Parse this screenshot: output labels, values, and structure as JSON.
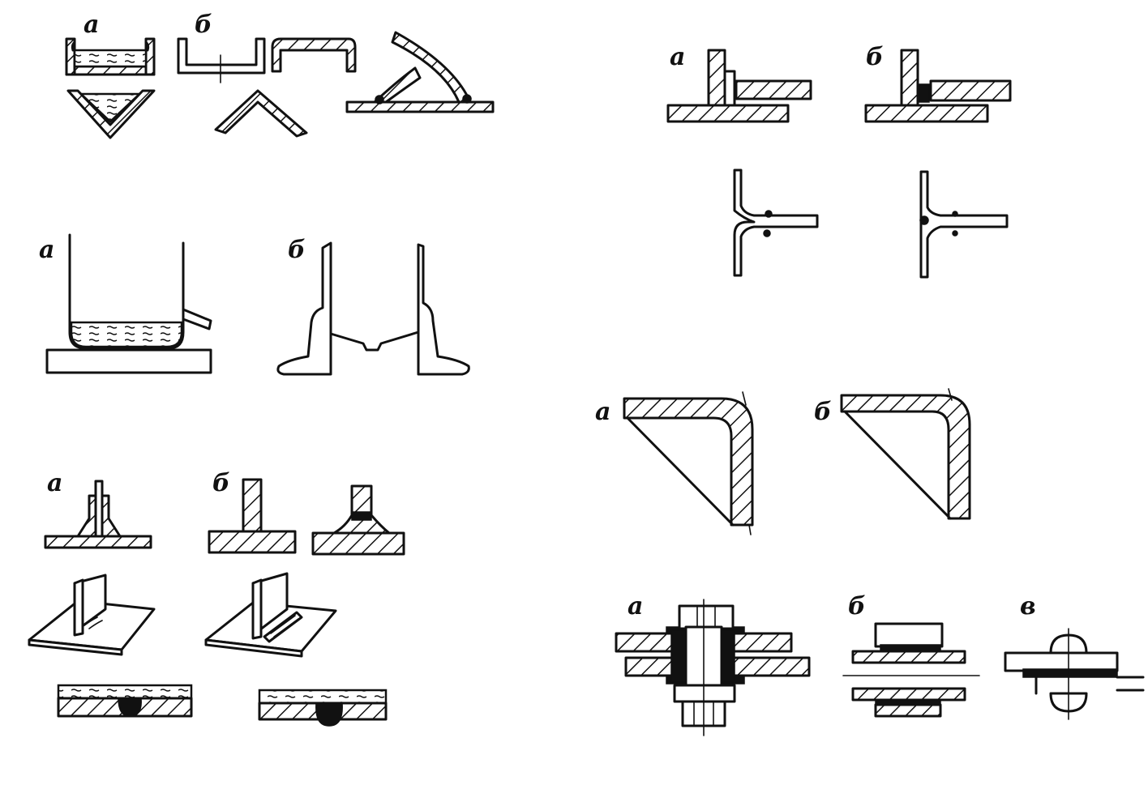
{
  "figure_labels": {
    "g1_a": "а",
    "g1_b": "б",
    "g2_a": "а",
    "g2_b": "б",
    "g3_a": "а",
    "g3_b": "б",
    "g4_a": "а",
    "g4_b": "б",
    "g5_a": "а",
    "g5_b": "б",
    "g6_a": "а",
    "g6_b": "б",
    "g6_c": "в"
  },
  "colors": {
    "ink": "#111111",
    "paper": "#ffffff"
  }
}
